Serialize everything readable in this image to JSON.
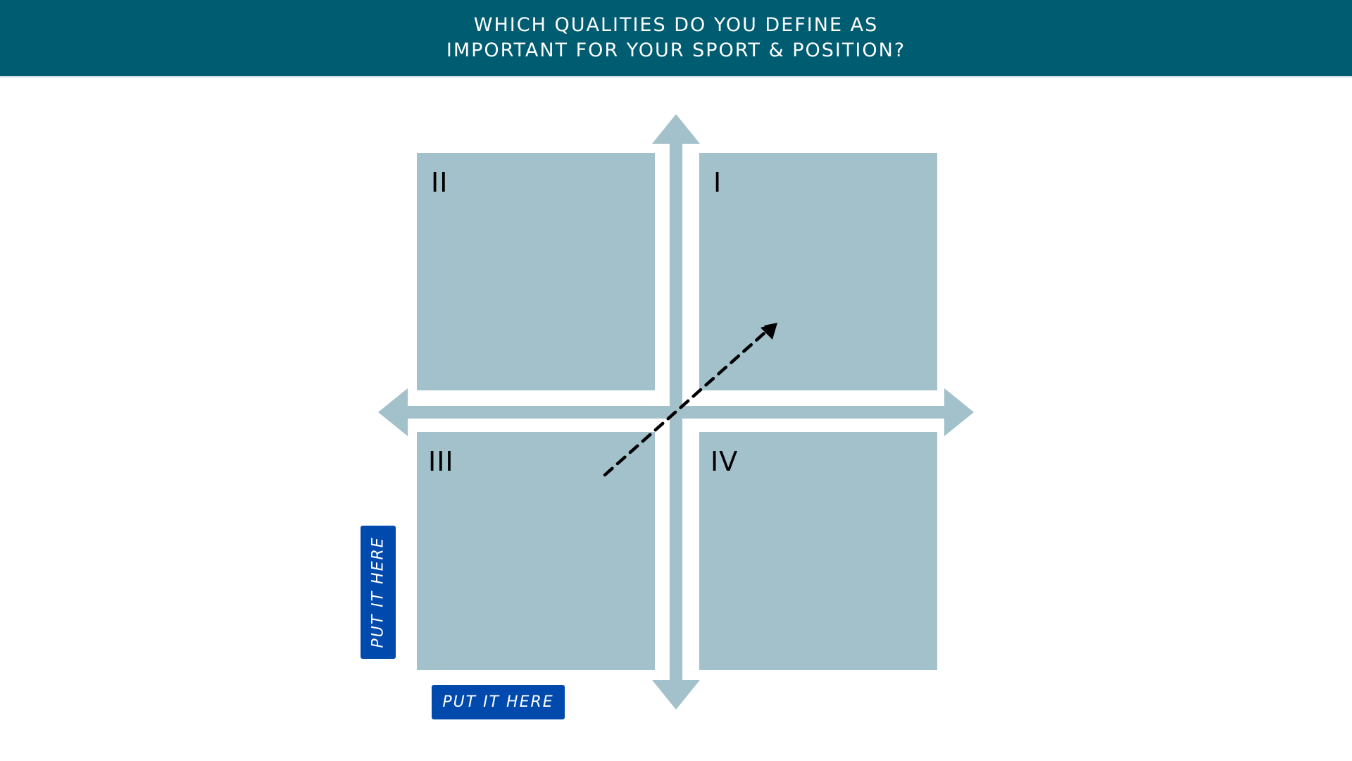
{
  "header": {
    "line1": "WHICH QUALITIES DO YOU DEFINE AS",
    "line2": "IMPORTANT FOR YOUR SPORT & POSITION?"
  },
  "quadrants": [
    {
      "id": "II",
      "label": "II",
      "position": "top-left"
    },
    {
      "id": "I",
      "label": "I",
      "position": "top-right"
    },
    {
      "id": "III",
      "label": "III",
      "position": "bottom-left"
    },
    {
      "id": "IV",
      "label": "IV",
      "position": "bottom-right"
    }
  ],
  "axes": {
    "color": "#a2c1ca",
    "vertical": "bidirectional",
    "horizontal": "bidirectional"
  },
  "trend_arrow": {
    "style": "dashed",
    "direction": "bottom-left to top-right",
    "color": "#000000"
  },
  "buttons": {
    "y_axis_label": "PUT IT HERE",
    "x_axis_label": "PUT IT HERE"
  },
  "colors": {
    "header_bg": "#005c70",
    "quadrant_fill": "#a2c1ca",
    "button_bg": "#004aad"
  }
}
